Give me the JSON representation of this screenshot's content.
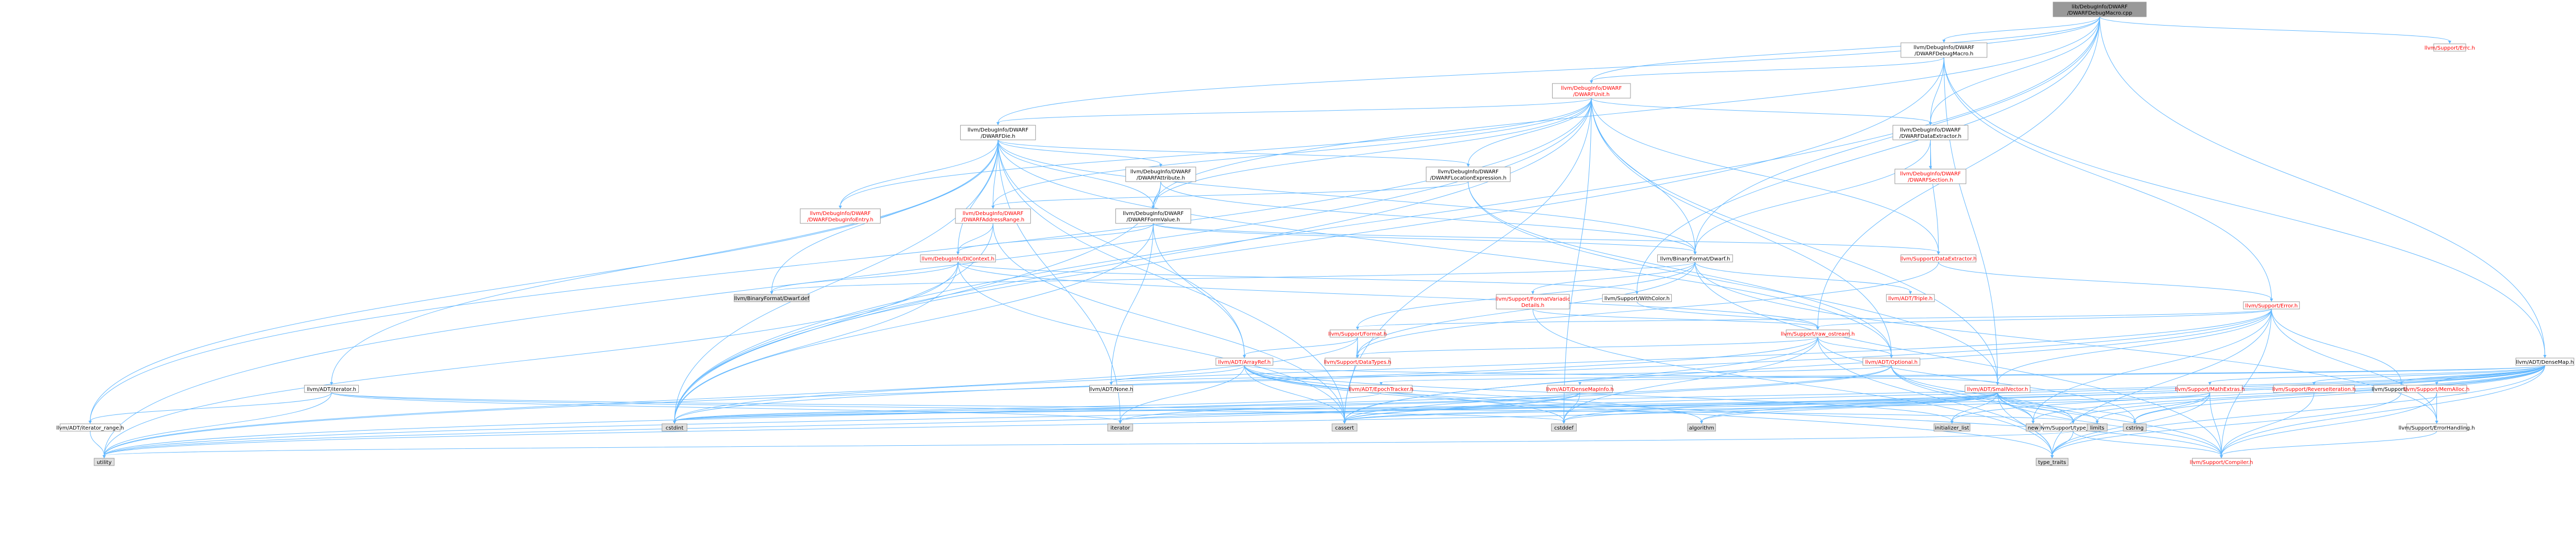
{
  "colors": {
    "edge": "#63b8ff",
    "node_border": "#999999",
    "root_fill": "#999999",
    "normal_fill": "#ffffff",
    "shaded_fill": "#e0e0e0",
    "normal_text": "#000000",
    "red_text": "#ff0000"
  },
  "nodes": [
    {
      "id": "root",
      "label": [
        "lib/DebugInfo/DWARF",
        "/DWARFDebugMacro.cpp"
      ],
      "style": "root"
    },
    {
      "id": "macro_h",
      "label": [
        "llvm/DebugInfo/DWARF",
        "/DWARFDebugMacro.h"
      ],
      "style": "normal"
    },
    {
      "id": "errc_h",
      "label": [
        "llvm/Support/Errc.h"
      ],
      "style": "red"
    },
    {
      "id": "unit_h",
      "label": [
        "llvm/DebugInfo/DWARF",
        "/DWARFUnit.h"
      ],
      "style": "red"
    },
    {
      "id": "die_h",
      "label": [
        "llvm/DebugInfo/DWARF",
        "/DWARFDie.h"
      ],
      "style": "normal"
    },
    {
      "id": "dataext_h",
      "label": [
        "llvm/DebugInfo/DWARF",
        "/DWARFDataExtractor.h"
      ],
      "style": "normal"
    },
    {
      "id": "section_h",
      "label": [
        "llvm/DebugInfo/DWARF",
        "/DWARFSection.h"
      ],
      "style": "red"
    },
    {
      "id": "attr_h",
      "label": [
        "llvm/DebugInfo/DWARF",
        "/DWARFAttribute.h"
      ],
      "style": "normal"
    },
    {
      "id": "locexpr_h",
      "label": [
        "llvm/DebugInfo/DWARF",
        "/DWARFLocationExpression.h"
      ],
      "style": "normal"
    },
    {
      "id": "abbrev_h",
      "label": [
        "llvm/DebugInfo/DWARF",
        "/DWARFDebugInfoEntry.h"
      ],
      "style": "red"
    },
    {
      "id": "addr_h",
      "label": [
        "llvm/DebugInfo/DWARF",
        "/DWARFAddressRange.h"
      ],
      "style": "red"
    },
    {
      "id": "form_h",
      "label": [
        "llvm/DebugInfo/DWARF",
        "/DWARFFormValue.h"
      ],
      "style": "normal"
    },
    {
      "id": "dictx_h",
      "label": [
        "llvm/DebugInfo/DIContext.h"
      ],
      "style": "red"
    },
    {
      "id": "dwarf_h",
      "label": [
        "llvm/BinaryFormat/Dwarf.h"
      ],
      "style": "normal"
    },
    {
      "id": "dataextr_h",
      "label": [
        "llvm/Support/DataExtractor.h"
      ],
      "style": "red"
    },
    {
      "id": "error_h",
      "label": [
        "llvm/Support/Error.h"
      ],
      "style": "red"
    },
    {
      "id": "iterator_h",
      "label": [
        "llvm/ADT/iterator.h"
      ],
      "style": "normal"
    },
    {
      "id": "iterrange_h",
      "label": [
        "llvm/ADT/iterator_range.h"
      ],
      "style": "normal"
    },
    {
      "id": "dwarfdef",
      "label": [
        "llvm/BinaryFormat/Dwarf.def"
      ],
      "style": "shaded"
    },
    {
      "id": "withcolor_h",
      "label": [
        "llvm/Support/WithColor.h"
      ],
      "style": "normal"
    },
    {
      "id": "fmtvar_h",
      "label": [
        "llvm/Support/FormatVariadic",
        "Details.h"
      ],
      "style": "red"
    },
    {
      "id": "triple_h",
      "label": [
        "llvm/ADT/Triple.h"
      ],
      "style": "red"
    },
    {
      "id": "format_h",
      "label": [
        "llvm/Support/Format.h"
      ],
      "style": "red"
    },
    {
      "id": "rawos_h",
      "label": [
        "llvm/Support/raw_ostream.h"
      ],
      "style": "red"
    },
    {
      "id": "arrayref_h",
      "label": [
        "llvm/ADT/ArrayRef.h"
      ],
      "style": "red"
    },
    {
      "id": "datatypes_h",
      "label": [
        "llvm/Support/DataTypes.h"
      ],
      "style": "red"
    },
    {
      "id": "optional_h",
      "label": [
        "llvm/ADT/Optional.h"
      ],
      "style": "red"
    },
    {
      "id": "densemap_h",
      "label": [
        "llvm/ADT/DenseMap.h"
      ],
      "style": "normal"
    },
    {
      "id": "none_h",
      "label": [
        "llvm/ADT/None.h"
      ],
      "style": "normal"
    },
    {
      "id": "epoch_h",
      "label": [
        "llvm/ADT/EpochTracker.h"
      ],
      "style": "red"
    },
    {
      "id": "dmapinfo_h",
      "label": [
        "llvm/ADT/DenseMapInfo.h"
      ],
      "style": "red"
    },
    {
      "id": "smallvec_h",
      "label": [
        "llvm/ADT/SmallVector.h"
      ],
      "style": "red"
    },
    {
      "id": "mathext_h",
      "label": [
        "llvm/Support/MathExtras.h"
      ],
      "style": "red"
    },
    {
      "id": "reviter_h",
      "label": [
        "llvm/Support/ReverseIteration.h"
      ],
      "style": "red"
    },
    {
      "id": "alignof_h",
      "label": [
        "llvm/Support/AlignOf.h"
      ],
      "style": "normal"
    },
    {
      "id": "memalloc_h",
      "label": [
        "llvm/Support/MemAlloc.h"
      ],
      "style": "red"
    },
    {
      "id": "errhandling_h",
      "label": [
        "llvm/Support/ErrorHandling.h"
      ],
      "style": "normal"
    },
    {
      "id": "typetraits_h",
      "label": [
        "llvm/Support/type_traits.h"
      ],
      "style": "normal"
    },
    {
      "id": "compiler_h",
      "label": [
        "llvm/Support/Compiler.h"
      ],
      "style": "red"
    },
    {
      "id": "cstdint",
      "label": [
        "cstdint"
      ],
      "style": "shaded"
    },
    {
      "id": "iterator",
      "label": [
        "iterator"
      ],
      "style": "shaded"
    },
    {
      "id": "cassert",
      "label": [
        "cassert"
      ],
      "style": "shaded"
    },
    {
      "id": "cstddef",
      "label": [
        "cstddef"
      ],
      "style": "shaded"
    },
    {
      "id": "algorithm",
      "label": [
        "algorithm"
      ],
      "style": "shaded"
    },
    {
      "id": "initlist",
      "label": [
        "initializer_list"
      ],
      "style": "shaded"
    },
    {
      "id": "new",
      "label": [
        "new"
      ],
      "style": "shaded"
    },
    {
      "id": "limits",
      "label": [
        "limits"
      ],
      "style": "shaded"
    },
    {
      "id": "cstring",
      "label": [
        "cstring"
      ],
      "style": "shaded"
    },
    {
      "id": "utility",
      "label": [
        "utility"
      ],
      "style": "shaded"
    },
    {
      "id": "typetraits",
      "label": [
        "type_traits"
      ],
      "style": "shaded"
    }
  ],
  "edges": [
    [
      "root",
      "macro_h"
    ],
    [
      "root",
      "errc_h"
    ],
    [
      "root",
      "unit_h"
    ],
    [
      "root",
      "die_h"
    ],
    [
      "root",
      "dataext_h"
    ],
    [
      "root",
      "form_h"
    ],
    [
      "root",
      "dwarf_h"
    ],
    [
      "root",
      "withcolor_h"
    ],
    [
      "root",
      "rawos_h"
    ],
    [
      "root",
      "densemap_h"
    ],
    [
      "root",
      "cstdint"
    ],
    [
      "macro_h",
      "unit_h"
    ],
    [
      "macro_h",
      "dataext_h"
    ],
    [
      "macro_h",
      "error_h"
    ],
    [
      "macro_h",
      "smallvec_h"
    ],
    [
      "macro_h",
      "densemap_h"
    ],
    [
      "macro_h",
      "cstdint"
    ],
    [
      "unit_h",
      "die_h"
    ],
    [
      "unit_h",
      "dataext_h"
    ],
    [
      "unit_h",
      "locexpr_h"
    ],
    [
      "unit_h",
      "abbrev_h"
    ],
    [
      "unit_h",
      "addr_h"
    ],
    [
      "unit_h",
      "form_h"
    ],
    [
      "unit_h",
      "dwarf_h"
    ],
    [
      "unit_h",
      "dataextr_h"
    ],
    [
      "unit_h",
      "optional_h"
    ],
    [
      "unit_h",
      "smallvec_h"
    ],
    [
      "unit_h",
      "iterrange_h"
    ],
    [
      "unit_h",
      "cstddef"
    ],
    [
      "unit_h",
      "cstdint"
    ],
    [
      "unit_h",
      "utility"
    ],
    [
      "unit_h",
      "cassert"
    ],
    [
      "die_h",
      "attr_h"
    ],
    [
      "die_h",
      "locexpr_h"
    ],
    [
      "die_h",
      "abbrev_h"
    ],
    [
      "die_h",
      "addr_h"
    ],
    [
      "die_h",
      "form_h"
    ],
    [
      "die_h",
      "dwarf_h"
    ],
    [
      "die_h",
      "dictx_h"
    ],
    [
      "die_h",
      "iterator_h"
    ],
    [
      "die_h",
      "iterrange_h"
    ],
    [
      "die_h",
      "arrayref_h"
    ],
    [
      "die_h",
      "optional_h"
    ],
    [
      "die_h",
      "cassert"
    ],
    [
      "die_h",
      "cstdint"
    ],
    [
      "die_h",
      "iterator"
    ],
    [
      "die_h",
      "dwarfdef"
    ],
    [
      "dataext_h",
      "section_h"
    ],
    [
      "dataext_h",
      "dataextr_h"
    ],
    [
      "dataext_h",
      "dwarf_h"
    ],
    [
      "attr_h",
      "form_h"
    ],
    [
      "attr_h",
      "dwarf_h"
    ],
    [
      "attr_h",
      "cstdint"
    ],
    [
      "locexpr_h",
      "addr_h"
    ],
    [
      "locexpr_h",
      "optional_h"
    ],
    [
      "locexpr_h",
      "smallvec_h"
    ],
    [
      "addr_h",
      "dictx_h"
    ],
    [
      "addr_h",
      "cstdint"
    ],
    [
      "addr_h",
      "cassert"
    ],
    [
      "form_h",
      "dwarf_h"
    ],
    [
      "form_h",
      "dictx_h"
    ],
    [
      "form_h",
      "dataextr_h"
    ],
    [
      "form_h",
      "arrayref_h"
    ],
    [
      "form_h",
      "none_h"
    ],
    [
      "form_h",
      "cstdint"
    ],
    [
      "dictx_h",
      "dwarfdef"
    ],
    [
      "dictx_h",
      "withcolor_h"
    ],
    [
      "dictx_h",
      "rawos_h"
    ],
    [
      "dictx_h",
      "cassert"
    ],
    [
      "dictx_h",
      "cstdint"
    ],
    [
      "dictx_h",
      "utility"
    ],
    [
      "dwarf_h",
      "dwarfdef"
    ],
    [
      "dwarf_h",
      "fmtvar_h"
    ],
    [
      "dwarf_h",
      "triple_h"
    ],
    [
      "dwarf_h",
      "format_h"
    ],
    [
      "dwarf_h",
      "datatypes_h"
    ],
    [
      "dwarf_h",
      "errhandling_h"
    ],
    [
      "dwarf_h",
      "compiler_h"
    ],
    [
      "dataextr_h",
      "error_h"
    ],
    [
      "dataextr_h",
      "datatypes_h"
    ],
    [
      "error_h",
      "rawos_h"
    ],
    [
      "error_h",
      "format_h"
    ],
    [
      "error_h",
      "smallvec_h"
    ],
    [
      "error_h",
      "alignof_h"
    ],
    [
      "error_h",
      "errhandling_h"
    ],
    [
      "error_h",
      "compiler_h"
    ],
    [
      "error_h",
      "cassert"
    ],
    [
      "error_h",
      "cstdint"
    ],
    [
      "error_h",
      "new"
    ],
    [
      "error_h",
      "utility"
    ],
    [
      "error_h",
      "typetraits"
    ],
    [
      "iterator_h",
      "iterrange_h"
    ],
    [
      "iterator_h",
      "typetraits_h"
    ],
    [
      "iterator_h",
      "cstddef"
    ],
    [
      "iterator_h",
      "iterator"
    ],
    [
      "iterator_h",
      "utility"
    ],
    [
      "iterrange_h",
      "utility"
    ],
    [
      "withcolor_h",
      "rawos_h"
    ],
    [
      "fmtvar_h",
      "rawos_h"
    ],
    [
      "fmtvar_h",
      "typetraits"
    ],
    [
      "format_h",
      "datatypes_h"
    ],
    [
      "format_h",
      "arrayref_h"
    ],
    [
      "format_h",
      "cassert"
    ],
    [
      "format_h",
      "utility"
    ],
    [
      "rawos_h",
      "optional_h"
    ],
    [
      "rawos_h",
      "datatypes_h"
    ],
    [
      "rawos_h",
      "cassert"
    ],
    [
      "rawos_h",
      "cstddef"
    ],
    [
      "rawos_h",
      "cstdint"
    ],
    [
      "rawos_h",
      "cstring"
    ],
    [
      "rawos_h",
      "typetraits"
    ],
    [
      "arrayref_h",
      "none_h"
    ],
    [
      "arrayref_h",
      "smallvec_h"
    ],
    [
      "arrayref_h",
      "compiler_h"
    ],
    [
      "arrayref_h",
      "algorithm"
    ],
    [
      "arrayref_h",
      "cassert"
    ],
    [
      "arrayref_h",
      "cstddef"
    ],
    [
      "arrayref_h",
      "initlist"
    ],
    [
      "arrayref_h",
      "iterator"
    ],
    [
      "arrayref_h",
      "typetraits"
    ],
    [
      "optional_h",
      "none_h"
    ],
    [
      "optional_h",
      "typetraits_h"
    ],
    [
      "optional_h",
      "compiler_h"
    ],
    [
      "optional_h",
      "cassert"
    ],
    [
      "optional_h",
      "new"
    ],
    [
      "optional_h",
      "utility"
    ],
    [
      "densemap_h",
      "dmapinfo_h"
    ],
    [
      "densemap_h",
      "epoch_h"
    ],
    [
      "densemap_h",
      "alignof_h"
    ],
    [
      "densemap_h",
      "compiler_h"
    ],
    [
      "densemap_h",
      "mathext_h"
    ],
    [
      "densemap_h",
      "memalloc_h"
    ],
    [
      "densemap_h",
      "reviter_h"
    ],
    [
      "densemap_h",
      "typetraits_h"
    ],
    [
      "densemap_h",
      "algorithm"
    ],
    [
      "densemap_h",
      "cassert"
    ],
    [
      "densemap_h",
      "cstddef"
    ],
    [
      "densemap_h",
      "cstring"
    ],
    [
      "densemap_h",
      "initlist"
    ],
    [
      "densemap_h",
      "iterator"
    ],
    [
      "densemap_h",
      "new"
    ],
    [
      "densemap_h",
      "typetraits"
    ],
    [
      "densemap_h",
      "utility"
    ],
    [
      "epoch_h",
      "cstdint"
    ],
    [
      "dmapinfo_h",
      "cassert"
    ],
    [
      "dmapinfo_h",
      "cstddef"
    ],
    [
      "dmapinfo_h",
      "cstdint"
    ],
    [
      "dmapinfo_h",
      "utility"
    ],
    [
      "smallvec_h",
      "compiler_h"
    ],
    [
      "smallvec_h",
      "typetraits_h"
    ],
    [
      "smallvec_h",
      "algorithm"
    ],
    [
      "smallvec_h",
      "cassert"
    ],
    [
      "smallvec_h",
      "cstddef"
    ],
    [
      "smallvec_h",
      "cstdint"
    ],
    [
      "smallvec_h",
      "cstring"
    ],
    [
      "smallvec_h",
      "initlist"
    ],
    [
      "smallvec_h",
      "iterator"
    ],
    [
      "smallvec_h",
      "limits"
    ],
    [
      "smallvec_h",
      "new"
    ],
    [
      "smallvec_h",
      "typetraits"
    ],
    [
      "smallvec_h",
      "utility"
    ],
    [
      "mathext_h",
      "compiler_h"
    ],
    [
      "mathext_h",
      "cassert"
    ],
    [
      "mathext_h",
      "cstdint"
    ],
    [
      "mathext_h",
      "cstring"
    ],
    [
      "mathext_h",
      "limits"
    ],
    [
      "mathext_h",
      "typetraits"
    ],
    [
      "reviter_h",
      "compiler_h"
    ],
    [
      "alignof_h",
      "typetraits"
    ],
    [
      "memalloc_h",
      "compiler_h"
    ],
    [
      "memalloc_h",
      "errhandling_h"
    ],
    [
      "errhandling_h",
      "compiler_h"
    ],
    [
      "typetraits_h",
      "compiler_h"
    ],
    [
      "typetraits_h",
      "typetraits"
    ],
    [
      "typetraits_h",
      "utility"
    ]
  ]
}
